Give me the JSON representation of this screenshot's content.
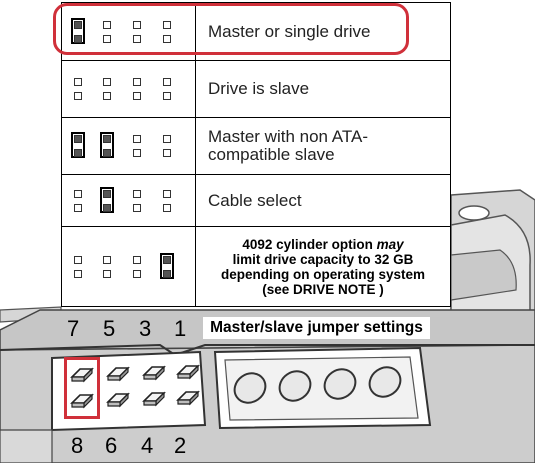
{
  "table": {
    "rows": [
      {
        "pins": [
          [
            1,
            1
          ],
          [
            0,
            0
          ],
          [
            0,
            0
          ],
          [
            0,
            0
          ]
        ],
        "jumpers": [
          0
        ],
        "label": "Master or single drive",
        "highlighted": true
      },
      {
        "pins": [
          [
            0,
            0
          ],
          [
            0,
            0
          ],
          [
            0,
            0
          ],
          [
            0,
            0
          ]
        ],
        "jumpers": [],
        "label": "Drive is slave"
      },
      {
        "pins": [
          [
            1,
            1
          ],
          [
            1,
            1
          ],
          [
            0,
            0
          ],
          [
            0,
            0
          ]
        ],
        "jumpers": [
          0,
          1
        ],
        "label": "Master with non ATA-\ncompatible slave"
      },
      {
        "pins": [
          [
            0,
            0
          ],
          [
            1,
            1
          ],
          [
            0,
            0
          ],
          [
            0,
            0
          ]
        ],
        "jumpers": [
          1
        ],
        "label": "Cable select"
      },
      {
        "pins": [
          [
            0,
            0
          ],
          [
            0,
            0
          ],
          [
            0,
            0
          ],
          [
            1,
            1
          ]
        ],
        "jumpers": [
          3
        ],
        "note_lines": [
          "4092 cylinder option",
          " may",
          "limit drive capacity to 32 GB",
          "depending on operating system",
          "(see DRIVE NOTE )"
        ]
      }
    ]
  },
  "note": {
    "line1_prefix": "4092 cylinder option ",
    "line1_em": "may",
    "line2": "limit drive capacity to 32 GB",
    "line3": "depending on operating system",
    "line4": "(see DRIVE NOTE )"
  },
  "labels": {
    "top_pins": [
      "7",
      "5",
      "3",
      "1"
    ],
    "bottom_pins": [
      "8",
      "6",
      "4",
      "2"
    ],
    "settings": "Master/slave jumper settings"
  },
  "colors": {
    "highlight": "#d0303a",
    "drive_body": "#cfcfcf",
    "drive_dark": "#9a9a9a"
  }
}
